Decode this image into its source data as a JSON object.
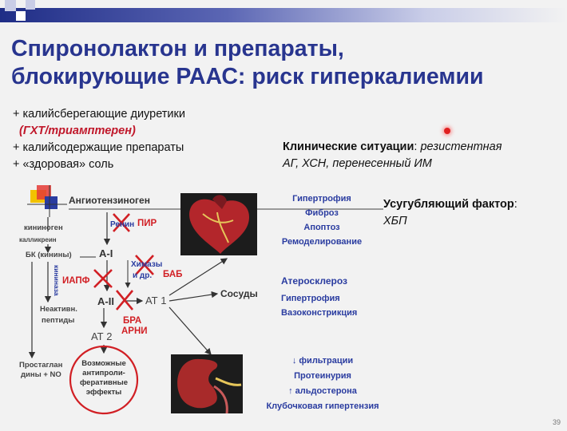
{
  "title": {
    "line1": "Спиронолактон и препараты,",
    "line2": "блокирующие РААС: риск гиперкалиемии"
  },
  "bullets": [
    "+ калийсберегающие диуретики",
    "(ГХТ/триамптерен)",
    "+ калийсодержащие препараты",
    "+ «здоровая» соль"
  ],
  "clinical": {
    "label": "Клинические ситуации",
    "colon": ": ",
    "text1": "резистентная",
    "text2": "АГ, ХСН, перенесенный ИМ"
  },
  "factor": {
    "label": "Усугубляющий фактор",
    "colon": ":",
    "text": "ХБП"
  },
  "diagram": {
    "angiotensinogen": "Ангиотензиноген",
    "kininogen": "кининоген",
    "kallikrein": "калликреин",
    "bk": "БК (кинины)",
    "kininase": "кининаза",
    "inactive1": "Неактивн.",
    "inactive2": "пептиды",
    "prostaglandins1": "Простаглан",
    "prostaglandins2": "дины + NO",
    "renin": "Ренин",
    "pir": "ПИР",
    "a1": "А-I",
    "chymases1": "Химазы",
    "chymases2": "и др.",
    "bab": "БАБ",
    "iapf": "ИАПФ",
    "a2": "А-II",
    "at1": "АТ 1",
    "at2": "АТ 2",
    "bra": "БРА",
    "arni": "АРНИ",
    "vessels": "Сосуды",
    "effects": [
      "Возможные",
      "антипроли-",
      "феративные",
      "эффекты"
    ],
    "heart_effects": [
      "Гипертрофия",
      "Фиброз",
      "Апоптоз",
      "Ремоделирование"
    ],
    "vessel_effects": [
      "Атеросклероз",
      "Гипертрофия",
      "Вазоконстрикция"
    ],
    "kidney_effects": [
      "↓ фильтрации",
      "Протеинурия",
      "↑ альдостерона",
      "Клубочковая гипертензия"
    ]
  },
  "page_number": "39",
  "colors": {
    "title": "#28358f",
    "accent_red": "#d11f24",
    "label_blue": "#2a3ca0"
  }
}
